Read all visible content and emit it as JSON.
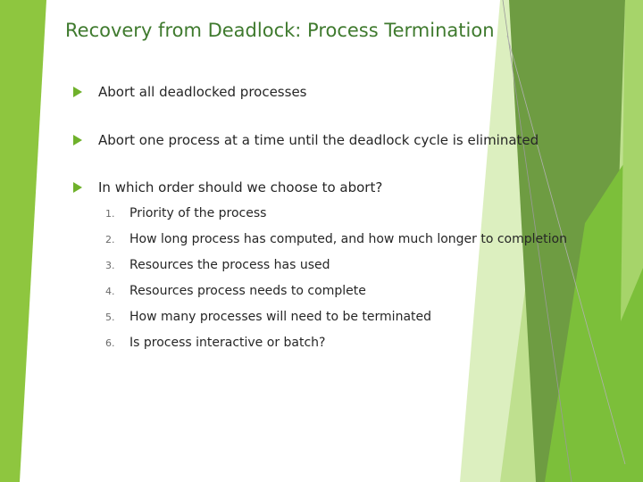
{
  "slide": {
    "title": "Recovery from Deadlock:  Process Termination",
    "bullets": [
      "Abort all deadlocked processes",
      "Abort one process at a time until the deadlock cycle is eliminated",
      "In which order should we choose to abort?"
    ],
    "sub_items": [
      {
        "num": "1.",
        "text": "Priority of the process"
      },
      {
        "num": "2.",
        "text": "How long process has computed, and how much longer to completion"
      },
      {
        "num": "3.",
        "text": "Resources the process has used"
      },
      {
        "num": "4.",
        "text": "Resources process needs to complete"
      },
      {
        "num": "5.",
        "text": "How many processes will need to be terminated"
      },
      {
        "num": "6.",
        "text": "Is process interactive or batch?"
      }
    ]
  },
  "theme": {
    "accent": "#6fb12b",
    "title_color": "#3f7a2e",
    "light_green": "#d6ecb6",
    "mid_green": "#8ec63f",
    "dark_green": "#5a9e32"
  }
}
